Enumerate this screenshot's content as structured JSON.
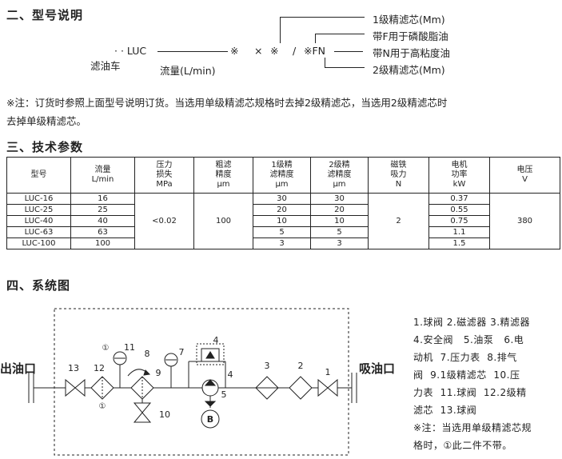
{
  "section2": {
    "title": "二、型号说明",
    "code_dots": "· · LUC",
    "code_mark1": "※",
    "code_x1": "×",
    "code_mark2": "※",
    "code_slash": "/",
    "code_mark3": "※FN",
    "label_filter_car": "滤油车",
    "label_flow": "流量(L/min)",
    "label_first_filter": "1级精滤芯(Mm)",
    "label_f": "带F用于磷酸脂油",
    "label_n": "带N用于高粘度油",
    "label_second_filter": "2级精滤芯(Mm)",
    "note_line1": "※注：订货时参照上面型号说明订货。当选用单级精滤芯规格时去掉2级精滤芯，当选用2级精滤芯时",
    "note_line2": "去掉单级精滤芯。"
  },
  "section3": {
    "title": "三、技术参数",
    "headers": [
      [
        "型号"
      ],
      [
        "流量",
        "L/min"
      ],
      [
        "压力",
        "损失",
        "MPa"
      ],
      [
        "粗滤",
        "精度",
        "μm"
      ],
      [
        "1级精",
        "滤精度",
        "μm"
      ],
      [
        "2级精",
        "滤精度",
        "μm"
      ],
      [
        "磁铁",
        "吸力",
        "N"
      ],
      [
        "电机",
        "功率",
        "kW"
      ],
      [
        "电压",
        "V"
      ]
    ],
    "rows": [
      {
        "model": "LUC-16",
        "flow": "16",
        "f1": "30",
        "f2": "30",
        "power": "0.37"
      },
      {
        "model": "LUC-25",
        "flow": "25",
        "f1": "20",
        "f2": "20",
        "power": "0.55"
      },
      {
        "model": "LUC-40",
        "flow": "40",
        "f1": "10",
        "f2": "10",
        "power": "0.75"
      },
      {
        "model": "LUC-63",
        "flow": "63",
        "f1": "5",
        "f2": "5",
        "power": "1.1"
      },
      {
        "model": "LUC-100",
        "flow": "100",
        "f1": "3",
        "f2": "3",
        "power": "1.5"
      }
    ],
    "merged": {
      "pressure": "<0.02",
      "coarse": "100",
      "magnet": "2",
      "voltage": "380"
    }
  },
  "section4": {
    "title": "四、系统图",
    "outlet": "出油口",
    "inlet": "吸油口",
    "nums": {
      "n1": "1",
      "n2": "2",
      "n3": "3",
      "n4a": "4",
      "n4b": "4",
      "n5": "5",
      "n7": "7",
      "n8": "8",
      "n9": "9",
      "n10": "10",
      "n11": "11",
      "n12": "12",
      "n13": "13",
      "c1a": "①",
      "c1b": "①"
    },
    "motor_letter": "B",
    "legend": [
      "1.球阀",
      "2.磁滤器",
      "3.精滤器",
      "4.安全阀",
      "5.油泵",
      "6.电",
      "动机",
      "7.压力表",
      "8.排气",
      "阀",
      "9.1级精滤芯",
      "10.压",
      "力表",
      "11.球阀",
      "12.2级精",
      "滤芯",
      "13.球阀"
    ],
    "legend_note1": "※注：当选用单级精滤芯规",
    "legend_note2": "格时，①此二件不带。"
  }
}
